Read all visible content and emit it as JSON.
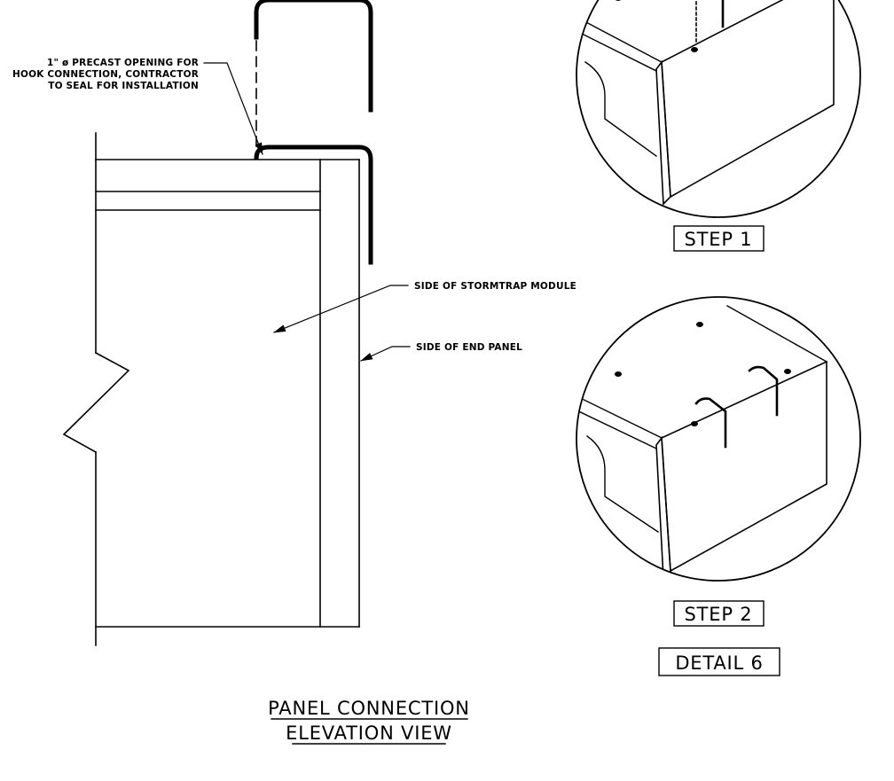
{
  "callouts": {
    "precast_opening": [
      "1\" ø PRECAST OPENING FOR",
      "HOOK CONNECTION, CONTRACTOR",
      "TO SEAL FOR INSTALLATION"
    ],
    "stormtrap_module": "SIDE OF STORMTRAP MODULE",
    "end_panel": "SIDE OF END PANEL"
  },
  "elevation_title": [
    "PANEL CONNECTION",
    "ELEVATION VIEW"
  ],
  "steps": [
    "STEP 1",
    "STEP 2"
  ],
  "detail_label": "DETAIL 6"
}
